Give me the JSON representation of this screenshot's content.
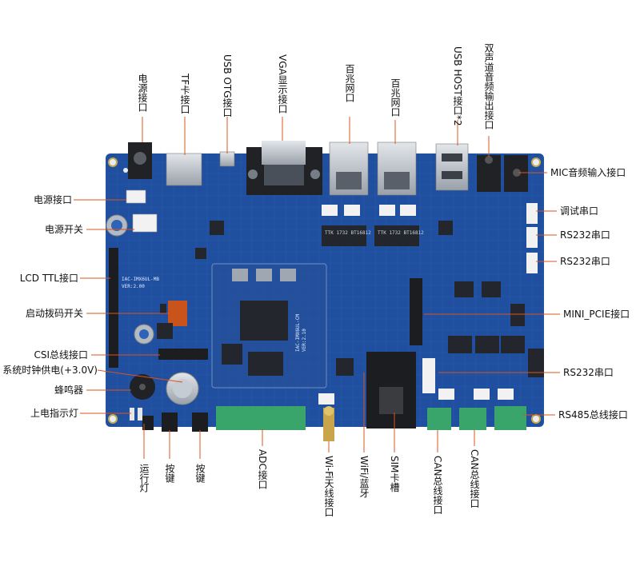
{
  "board": {
    "silk_left": "IAC-IMX6UL-MB",
    "silk_left_ver": "VER:2.00",
    "silk_core": "IAC-IMX6UL-CM",
    "silk_core_ver": "VER:2.10",
    "magnetics_1": "TTK 1732 BT16812",
    "magnetics_2": "TTK 1732 BT16812"
  },
  "labels": {
    "power_jack_top": "电源接口",
    "tf_card": "TF卡接口",
    "usb_otg": "USB OTG接口",
    "vga": "VGA显示接口",
    "ethernet_1": "百兆网口",
    "ethernet_2": "百兆网口",
    "usb_host": "USB HOST接口*2",
    "stereo_out": "双声道音频输出接口",
    "mic_in": "MIC音频输入接口",
    "debug_uart": "调试串口",
    "rs232_1": "RS232串口",
    "rs232_2": "RS232串口",
    "mini_pcie": "MINI_PCIE接口",
    "rs232_3": "RS232串口",
    "rs485": "RS485总线接口",
    "power_left": "电源接口",
    "power_switch": "电源开关",
    "lcd_ttl": "LCD TTL接口",
    "boot_switch": "启动拨码开关",
    "csi_bus": "CSI总线接口",
    "rtc_power": "系统时钟供电(+3.0V)",
    "buzzer": "蜂鸣器",
    "power_led": "上电指示灯",
    "run_led": "运行灯",
    "key_1": "按键",
    "key_2": "按键",
    "adc": "ADC接口",
    "wifi_antenna": "Wi-Fi天线接口",
    "wifi_bt": "WiFi/蓝牙",
    "sim_slot": "SIM卡槽",
    "can_1": "CAN总线接口",
    "can_2": "CAN总线接口"
  },
  "colors": {
    "pcb": "#1f4f9e",
    "pcb_dark": "#173d7d",
    "pointer": "#d9541f",
    "terminal_green": "#3aa56a",
    "chip": "#23262c",
    "metal": "#b9bfc6"
  }
}
